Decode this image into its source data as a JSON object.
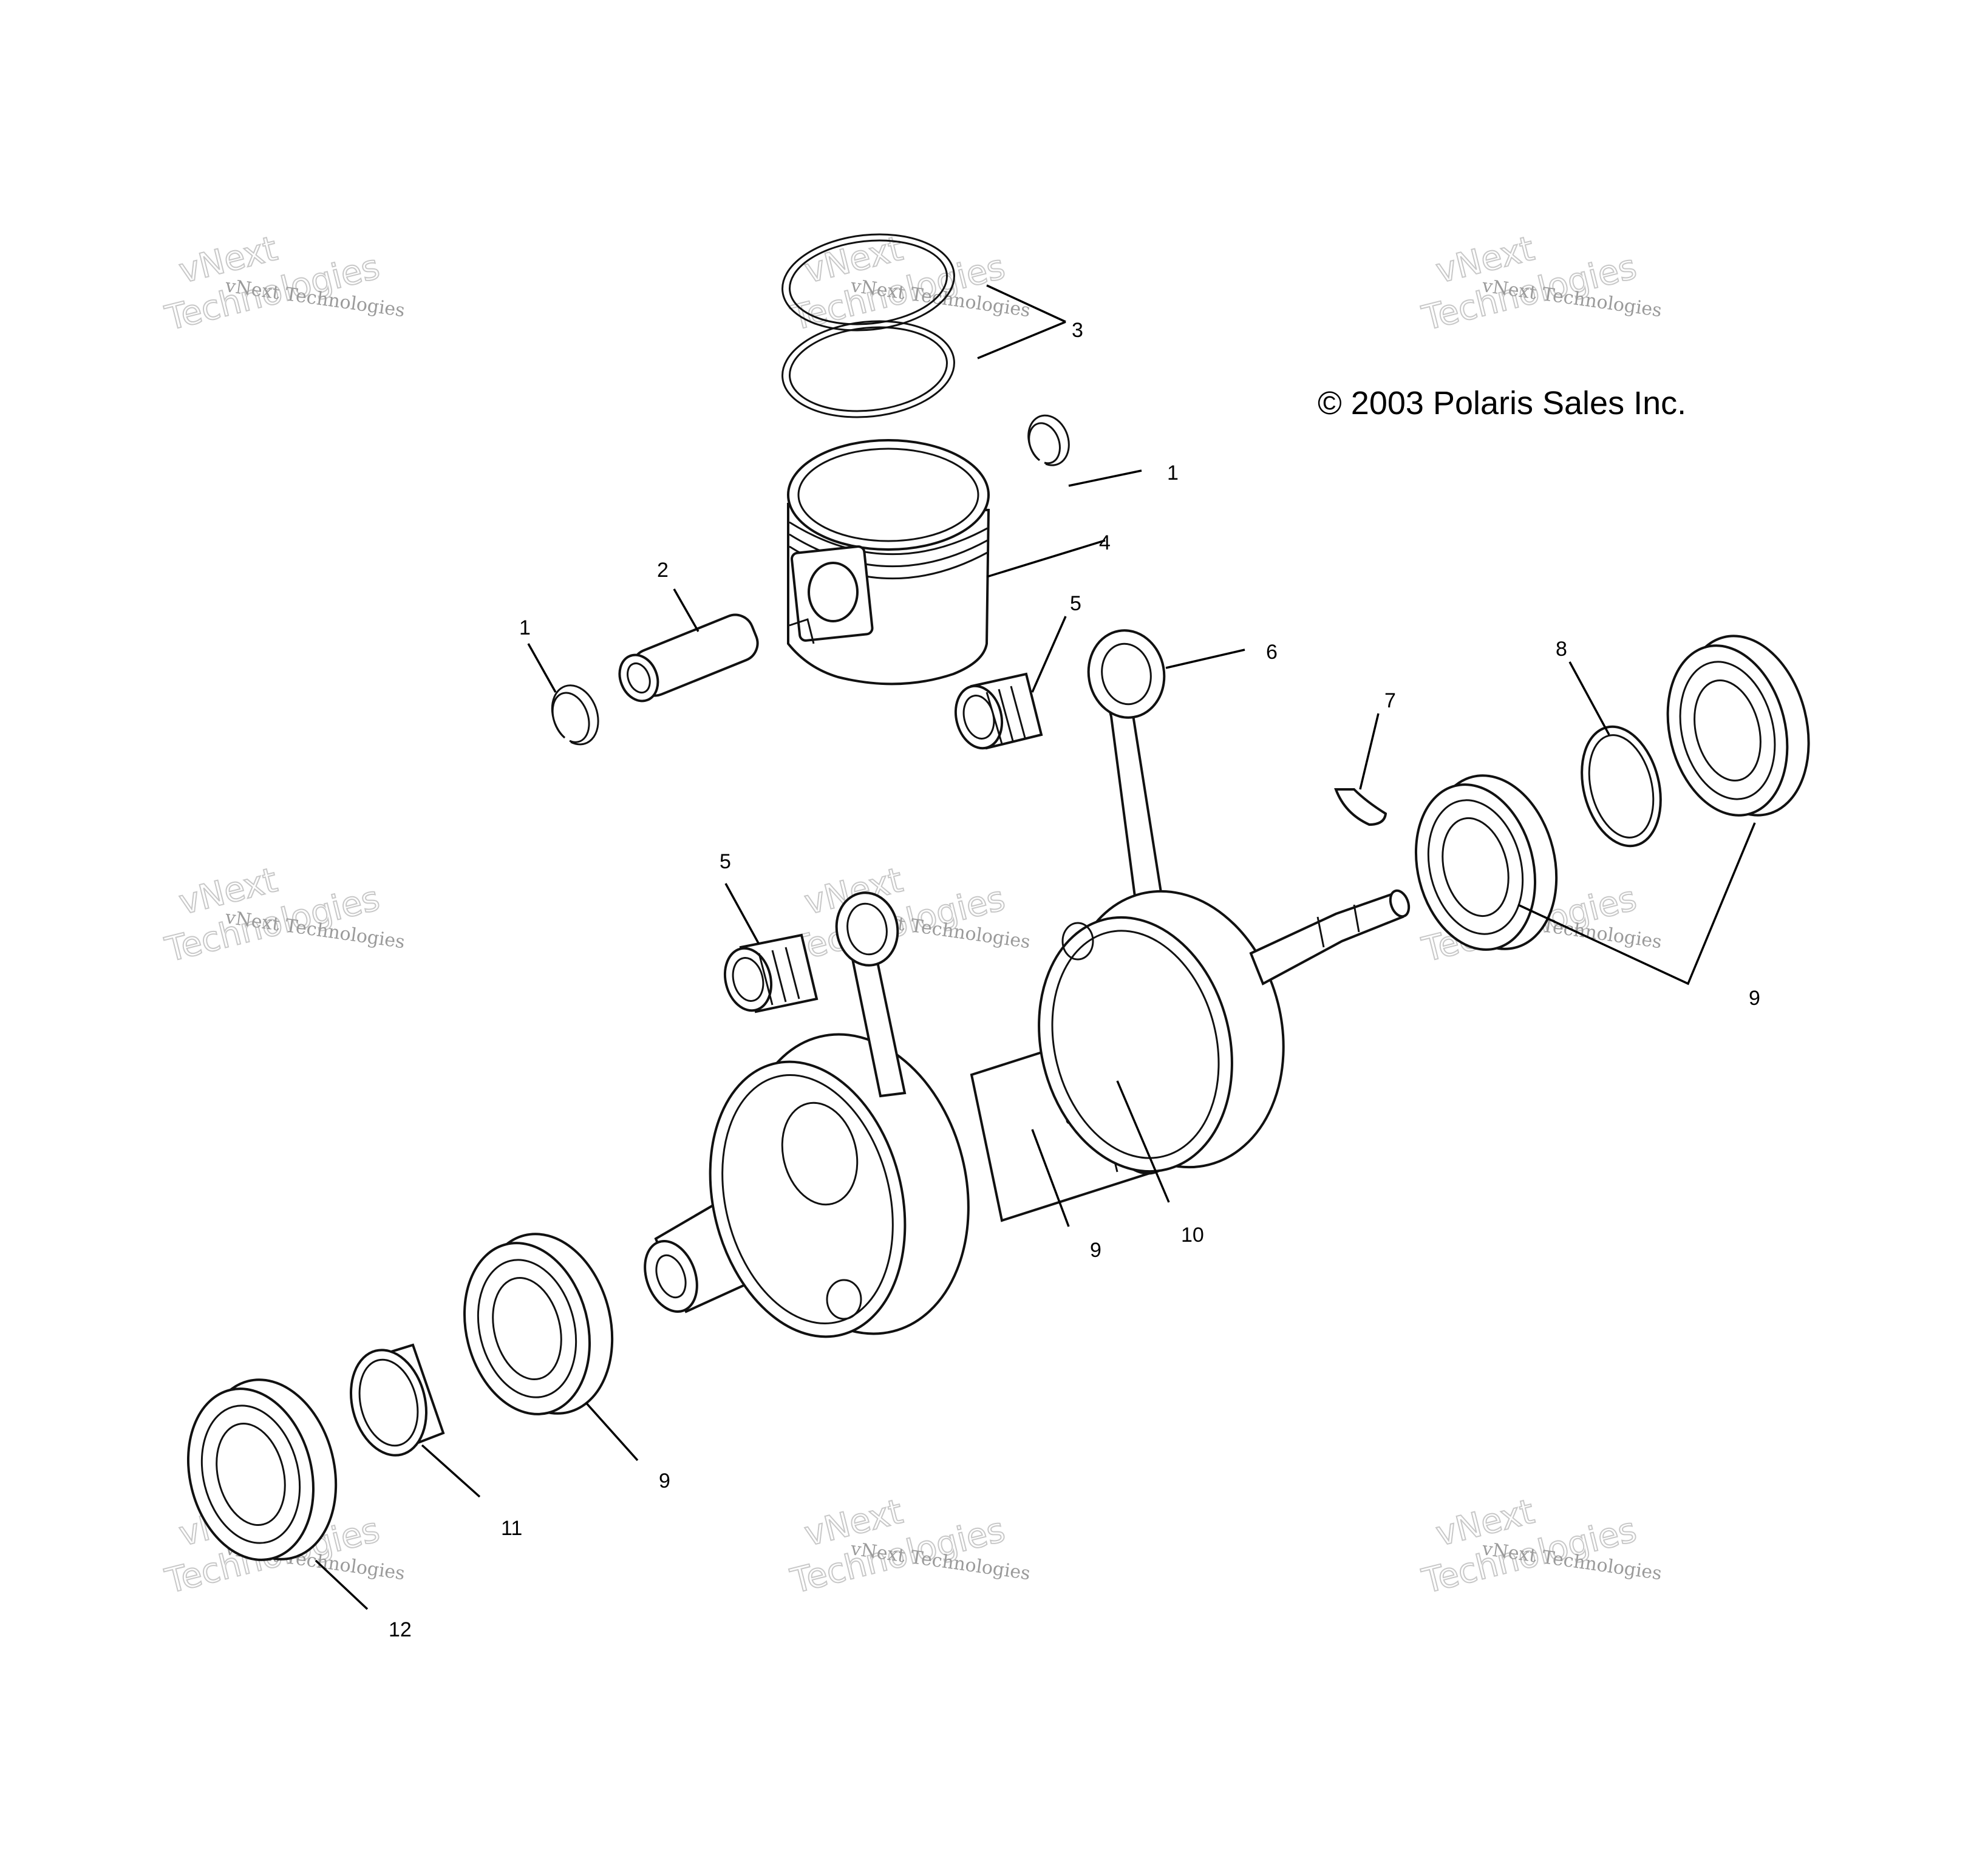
{
  "copyright": "© 2003 Polaris Sales Inc.",
  "watermark": {
    "line_small": "vNext Technologies",
    "line_top": "vNext",
    "line_big": "Technologies"
  },
  "callouts": {
    "c1a": "1",
    "c1b": "1",
    "c2": "2",
    "c3": "3",
    "c4": "4",
    "c5a": "5",
    "c5b": "5",
    "c6": "6",
    "c7": "7",
    "c8": "8",
    "c9a": "9",
    "c9b": "9",
    "c9c": "9",
    "c10": "10",
    "c11": "11",
    "c12": "12"
  }
}
